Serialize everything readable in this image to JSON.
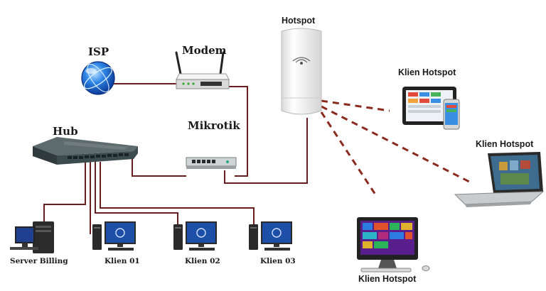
{
  "colors": {
    "link": "#6b1e1e",
    "wireless_dash": "#8b2a1f",
    "globe": "#1f6fd6",
    "hub_body": "#3b4b4e",
    "hotspot_body": "#f1f1f1"
  },
  "labels": {
    "isp": "ISP",
    "modem": "Modem",
    "hotspot": "Hotspot",
    "mikrotik": "Mikrotik",
    "hub": "Hub",
    "server_billing": "Server Billing",
    "klien_01": "Klien 01",
    "klien_02": "Klien 02",
    "klien_03": "Klien 03",
    "klien_hotspot_tablet": "Klien Hotspot",
    "klien_hotspot_laptop": "Klien Hotspot",
    "klien_hotspot_monitor": "Klien Hotspot"
  },
  "icons": {
    "isp": "globe-icon",
    "modem": "router-icon",
    "hotspot": "access-point-icon",
    "mikrotik": "router-board-icon",
    "hub": "switch-icon",
    "server": "server-pc-icon",
    "client": "desktop-pc-icon",
    "tablet": "tablet-phone-icon",
    "laptop": "laptop-icon",
    "monitor": "all-in-one-pc-icon"
  }
}
